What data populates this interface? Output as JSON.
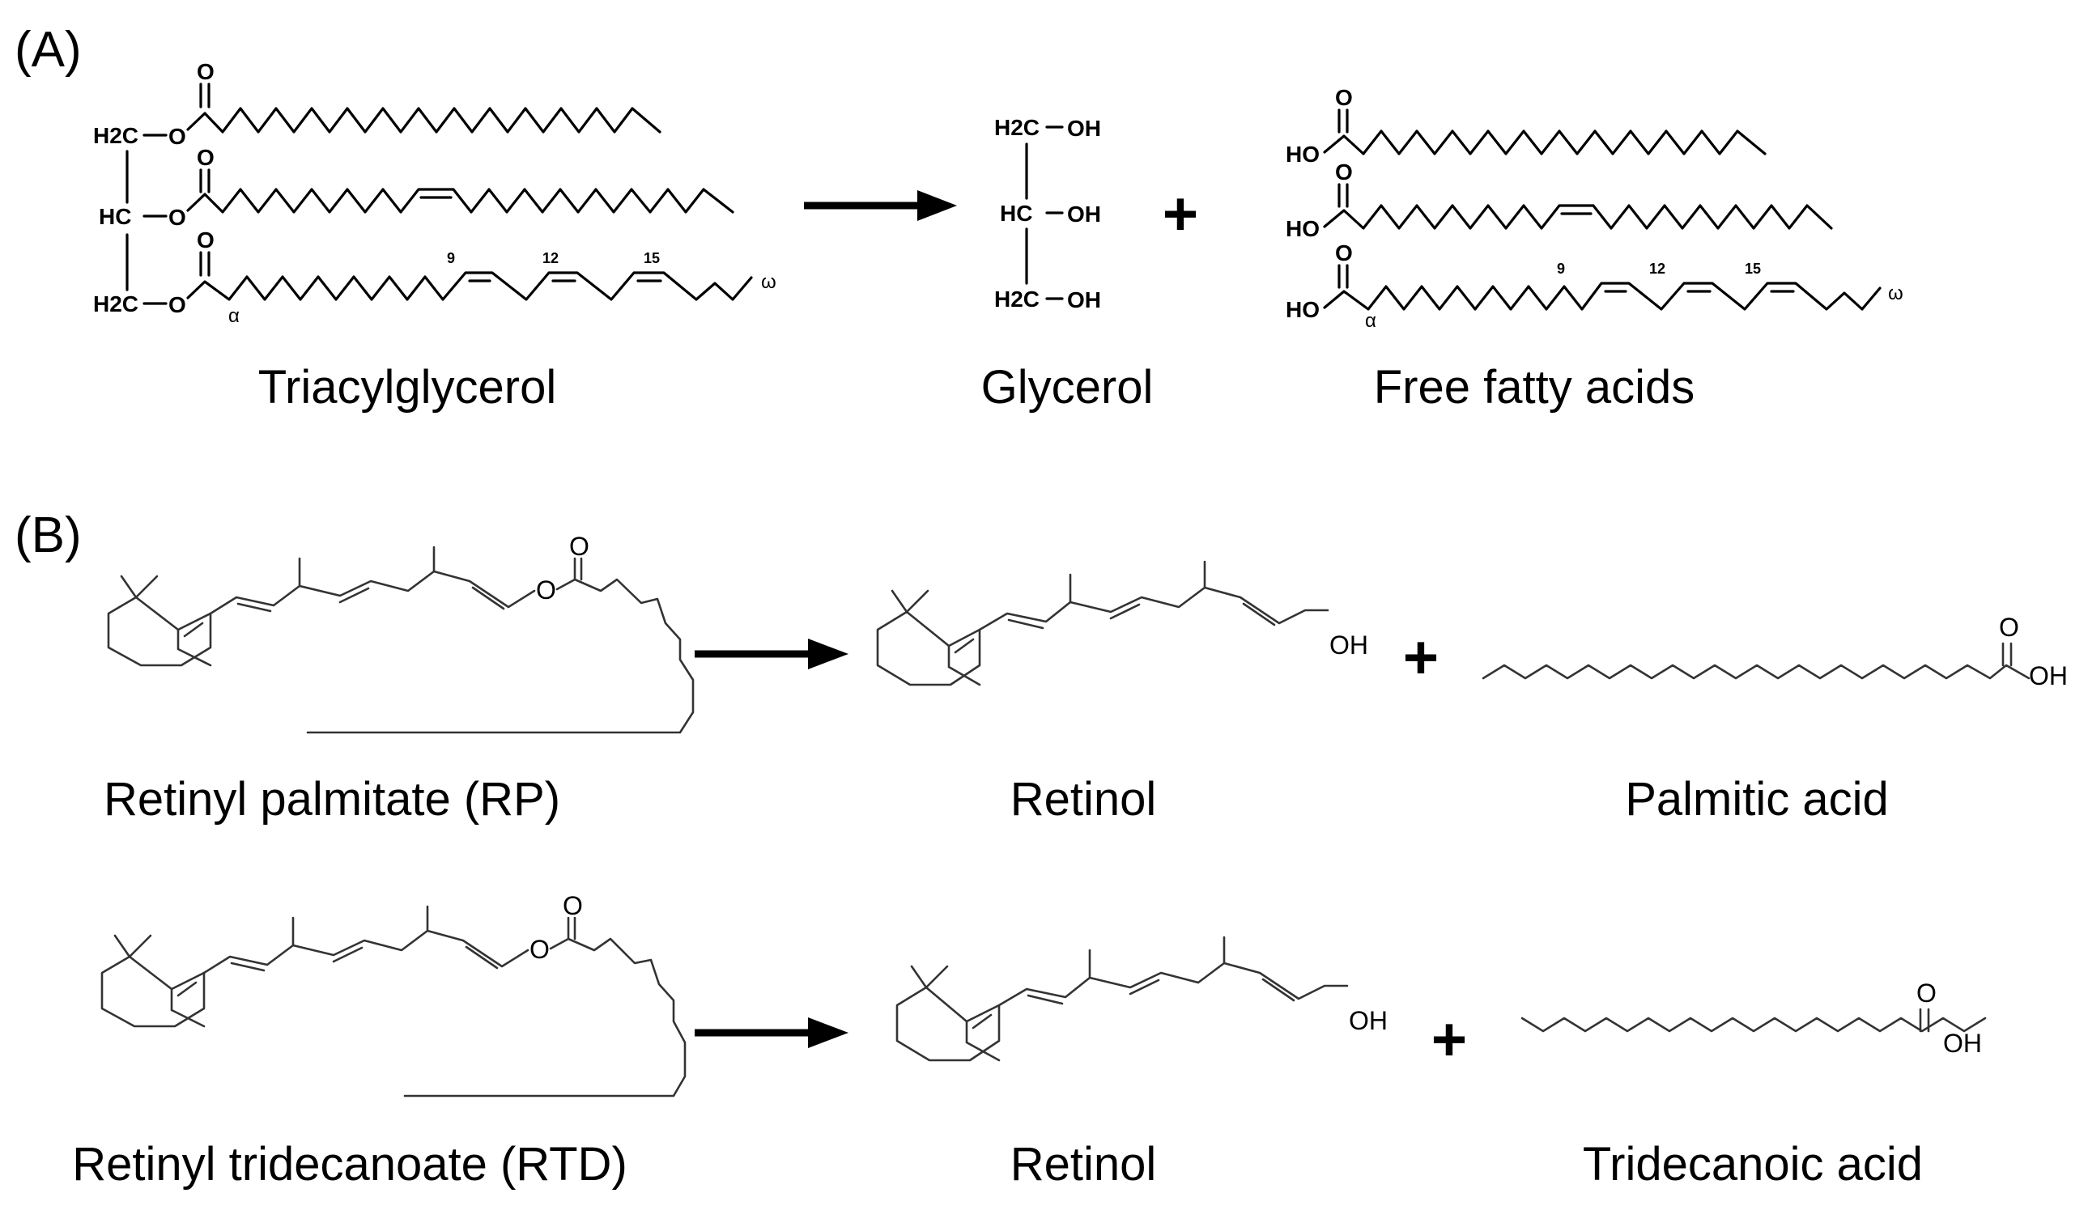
{
  "panel_a": {
    "label": "(A)",
    "tag": {
      "ch2_top": "H2C",
      "ch": "HC",
      "ch2_bot": "H2C",
      "oxygen": "O",
      "alpha": "α",
      "omega": "ω",
      "pos9": "9",
      "pos12": "12",
      "pos15": "15",
      "name": "Triacylglycerol"
    },
    "glycerol": {
      "ch2_top": "H2C",
      "ch": "HC",
      "ch2_bot": "H2C",
      "hydroxyl": "OH",
      "name": "Glycerol"
    },
    "plus": "+",
    "ffa": {
      "acid_group": "HO",
      "oxygen": "O",
      "alpha": "α",
      "omega": "ω",
      "pos9": "9",
      "pos12": "12",
      "pos15": "15",
      "name": "Free fatty acids"
    }
  },
  "panel_b": {
    "label": "(B)",
    "row1": {
      "ester": {
        "oxygen": "O",
        "name": "Retinyl palmitate (RP)"
      },
      "alcohol": {
        "hydroxyl": "OH",
        "name": "Retinol"
      },
      "plus": "+",
      "acid": {
        "oxygen": "O",
        "hydroxyl": "OH",
        "name": "Palmitic acid"
      }
    },
    "row2": {
      "ester": {
        "oxygen": "O",
        "name": "Retinyl tridecanoate (RTD)"
      },
      "alcohol": {
        "hydroxyl": "OH",
        "name": "Retinol"
      },
      "plus": "+",
      "acid": {
        "oxygen": "O",
        "hydroxyl": "OH",
        "name": "Tridecanoic acid"
      }
    }
  }
}
